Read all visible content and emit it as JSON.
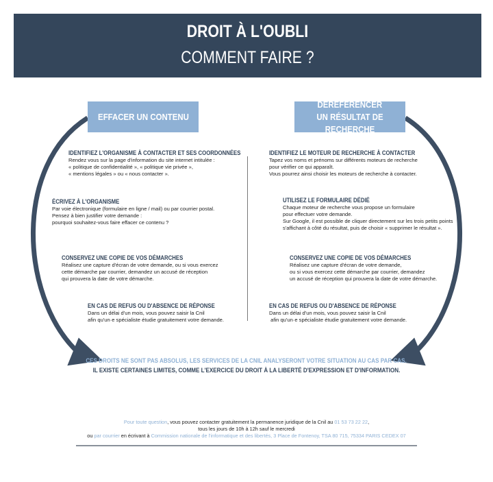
{
  "header": {
    "title": "DROIT À L'OUBLI",
    "subtitle": "COMMENT FAIRE ?"
  },
  "left": {
    "tab": "EFFACER UN CONTENU",
    "steps": [
      {
        "title": "IDENTIFIEZ L'ORGANISME À CONTACTER ET SES COORDONNÉES",
        "body": "Rendez vous sur la page d'information du site internet intitulée :\n« politique de confidentialité », « politique vie privée »,\n« mentions légales » ou « nous contacter »."
      },
      {
        "title": "ÉCRIVEZ À L'ORGANISME",
        "body": "Par voie électronique (formulaire en ligne / mail) ou par courrier postal.\nPensez à bien justifier votre demande :\npourquoi souhaitez-vous faire effacer ce contenu ?"
      },
      {
        "title": "CONSERVEZ UNE COPIE DE VOS DÉMARCHES",
        "body": "Réalisez une capture d'écran de votre demande, ou si vous exercez\ncette démarche par courrier, demandez un accusé de réception\nqui prouvera la date de votre démarche."
      },
      {
        "title": "EN CAS DE REFUS OU D'ABSENCE DE RÉPONSE",
        "body": "Dans un délai d'un mois, vous pouvez saisir la Cnil\nafin qu'un·e spécialiste étudie gratuitement votre demande."
      }
    ]
  },
  "right": {
    "tab_line1": "DÉRÉFÉRENCER",
    "tab_line2": "UN RÉSULTAT DE RECHERCHE",
    "steps": [
      {
        "title": "IDENTIFIEZ LE MOTEUR DE RECHERCHE À CONTACTER",
        "body": "Tapez vos noms et prénoms sur différents moteurs de recherche\npour vérifier ce qui apparaît.\nVous pourrez ainsi choisir les moteurs de recherche à contacter."
      },
      {
        "title": "UTILISEZ LE FORMULAIRE DÉDIÉ",
        "body": "Chaque moteur de recherche vous propose un formulaire\npour effectuer votre demande.\nSur Google, il est possible de cliquer directement sur les trois petits points\ns'affichant à côté du résultat, puis de choisir « supprimer le résultat »."
      },
      {
        "title": "CONSERVEZ UNE COPIE DE VOS DÉMARCHES",
        "body": "Réalisez une capture d'écran de votre demande,\nou si vous exercez cette démarche par courrier, demandez\nun accusé de réception qui prouvera la date de votre démarche."
      },
      {
        "title": "EN CAS DE REFUS OU D'ABSENCE DE RÉPONSE",
        "body": "Dans un délai d'un mois, vous pouvez saisir la Cnil\n afin qu'un·e spécialiste étudie gratuitement votre demande."
      }
    ]
  },
  "note": {
    "line1": "CES DROITS NE SONT PAS ABSOLUS, LES SERVICES DE LA CNIL ANALYSERONT VOTRE SITUATION AU CAS PAR CAS.",
    "line2": "IL EXISTE CERTAINES LIMITES, COMME L'EXERCICE DU DROIT À LA LIBERTÉ D'EXPRESSION ET D'INFORMATION."
  },
  "footer": {
    "q_link": "Pour toute question",
    "q_text": ", vous pouvez contacter gratuitement la permanence juridique de la Cnil au ",
    "phone": "01 53 73 22 22",
    "line2": "tous les jours de 10h à 12h sauf le mercredi",
    "ou": "ou ",
    "mail_link": "par courrier",
    "mail_text": " en écrivant à ",
    "address": "Commission nationale de l'informatique et des libertés, 3 Place de Fontenoy, TSA 80 715, 75334 PARIS CEDEX 07"
  },
  "colors": {
    "navy": "#34465b",
    "light_blue": "#8fb1d5"
  }
}
